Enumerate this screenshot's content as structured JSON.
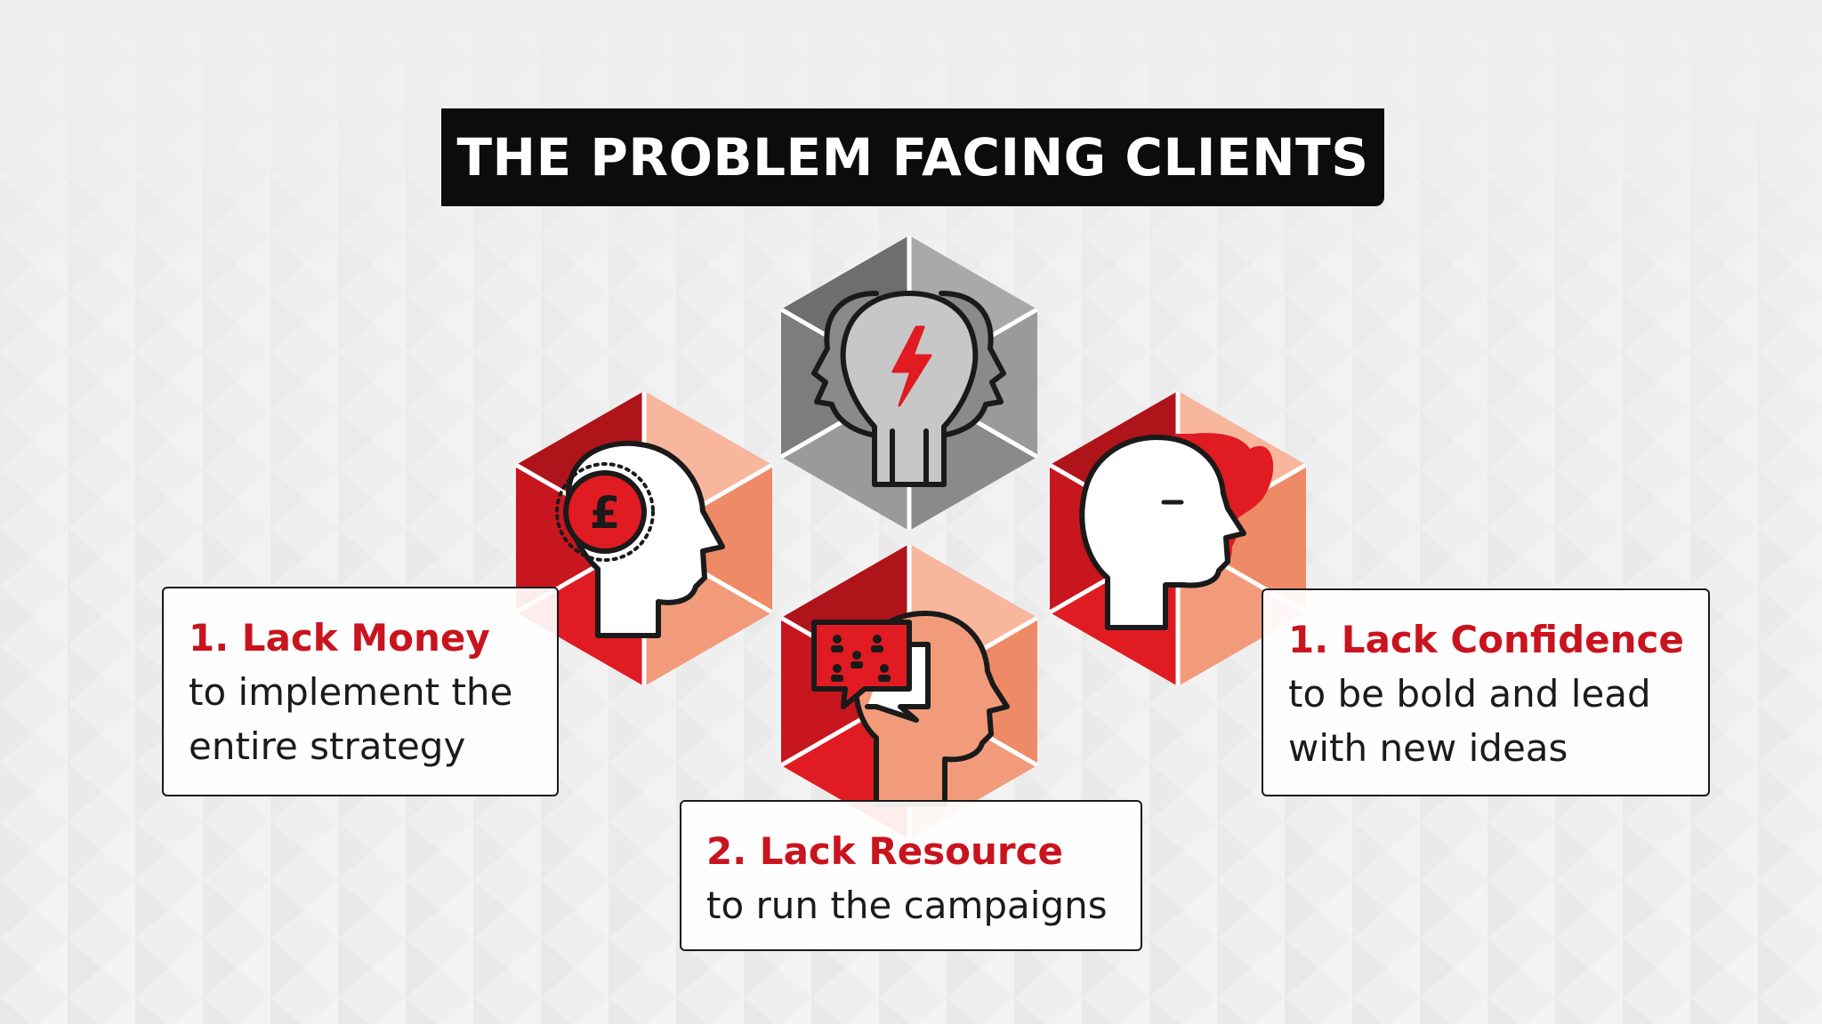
{
  "title": "THE PROBLEM FACING CLIENTS",
  "colors": {
    "red": "#e01b22",
    "dark_red": "#b0141b",
    "salmon": "#ef8a66",
    "light_salmon": "#f8b79d",
    "grey": "#8c8c8c",
    "dark_grey": "#6e6e6e",
    "light_grey": "#a9a9a9",
    "black": "#0c0c0c"
  },
  "nodes": [
    {
      "id": "head-bolt",
      "icon": "head-lightning-bolt-icon",
      "theme": "grey"
    },
    {
      "id": "head-money",
      "icon": "head-pound-coin-icon",
      "theme": "red"
    },
    {
      "id": "head-confidence",
      "icon": "head-profile-icon",
      "theme": "red"
    },
    {
      "id": "head-resource",
      "icon": "head-group-chat-icon",
      "theme": "red"
    }
  ],
  "cards": {
    "money": {
      "heading": "1. Lack Money",
      "lines": [
        "to implement the",
        "entire strategy"
      ]
    },
    "resource": {
      "heading": "2. Lack Resource",
      "lines": [
        "to run the campaigns"
      ]
    },
    "confidence": {
      "heading": "1. Lack Confidence",
      "lines": [
        "to be bold and lead",
        "with new ideas"
      ]
    }
  }
}
